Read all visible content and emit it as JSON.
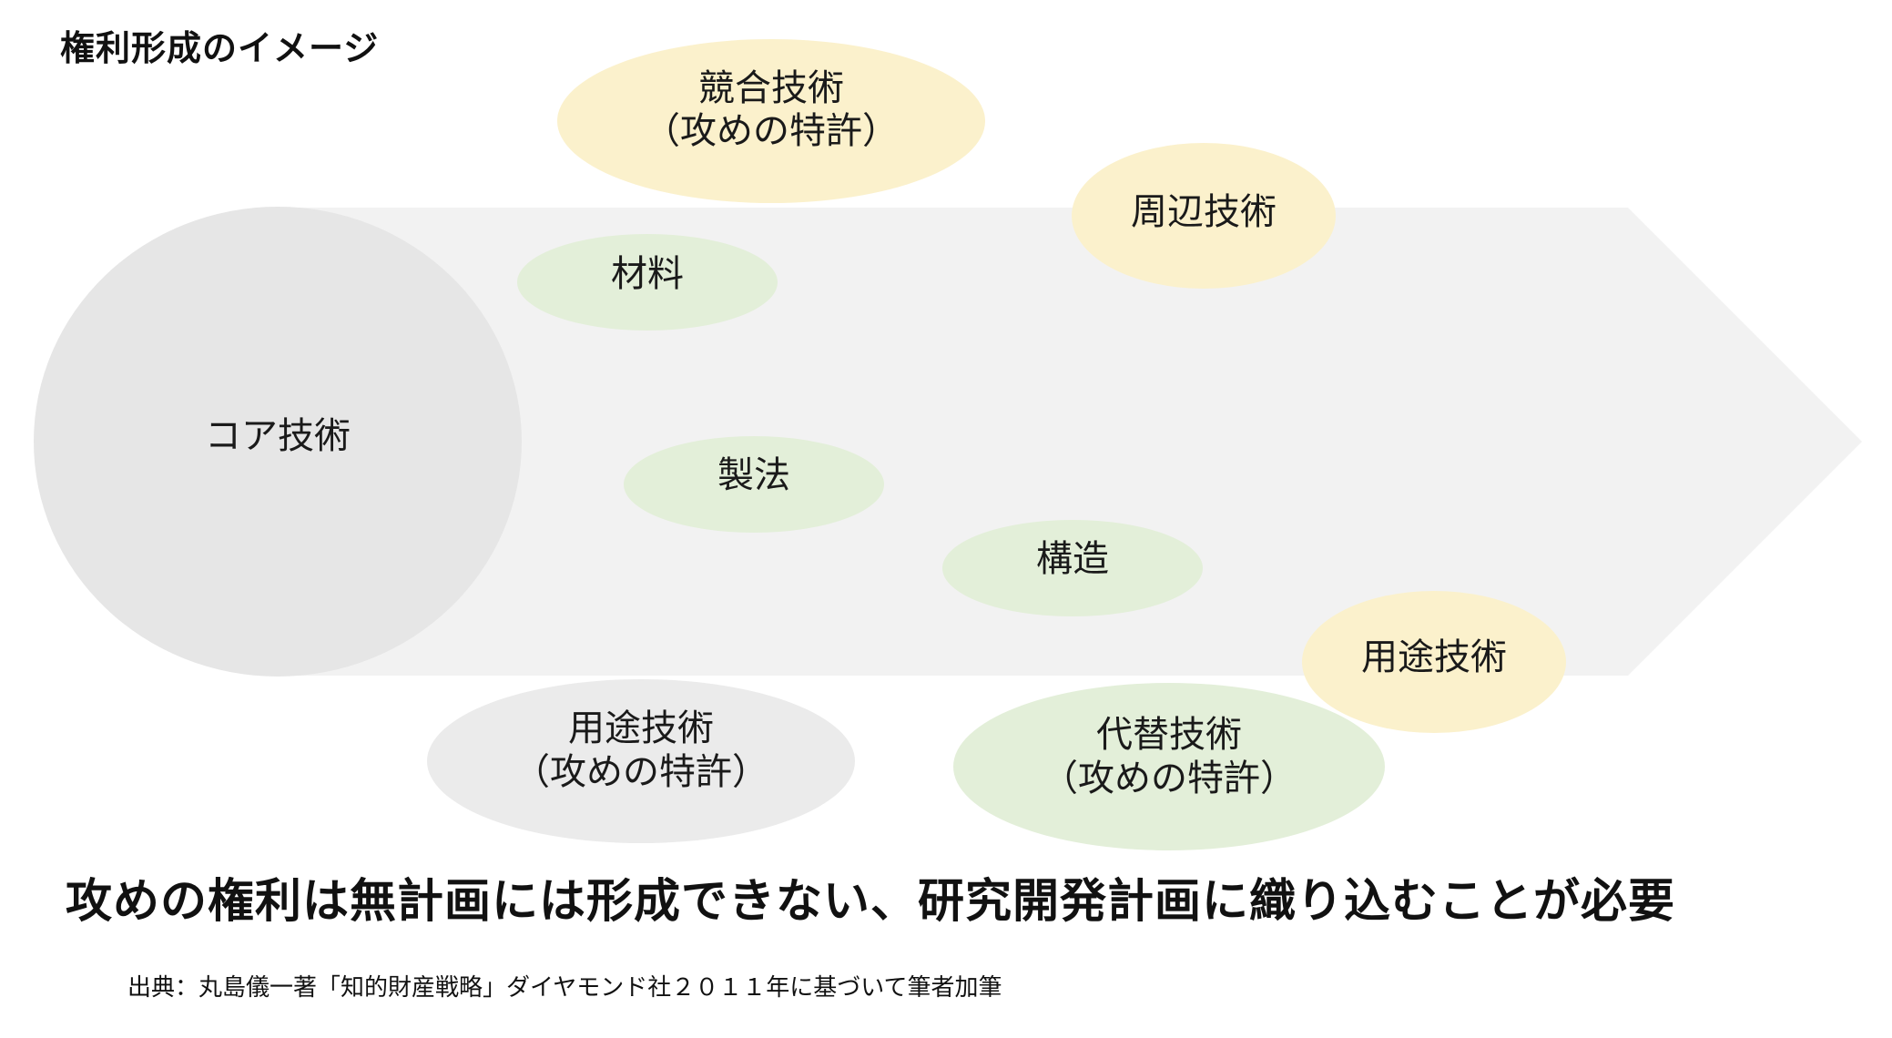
{
  "title": "権利形成のイメージ",
  "message": "攻めの権利は無計画には形成できない、研究開発計画に織り込むことが必要",
  "source": "出典：丸島儀一著「知的財産戦略」ダイヤモンド社２０１１年に基づいて筆者加筆",
  "colors": {
    "arrow": "#f2f2f2",
    "core": "#e6e6e6",
    "yellow": "#fbf1cc",
    "green": "#e3efd9",
    "gray": "#ebebeb"
  },
  "nodes": {
    "core": {
      "label": "コア技術"
    },
    "competing": {
      "line1": "競合技術",
      "line2": "（攻めの特許）"
    },
    "peripheral": {
      "label": "周辺技術"
    },
    "material": {
      "label": "材料"
    },
    "manufacturing": {
      "label": "製法"
    },
    "structure": {
      "label": "構造"
    },
    "application_yellow": {
      "label": "用途技術"
    },
    "application_gray": {
      "line1": "用途技術",
      "line2": "（攻めの特許）"
    },
    "alternative": {
      "line1": "代替技術",
      "line2": "（攻めの特許）"
    }
  }
}
